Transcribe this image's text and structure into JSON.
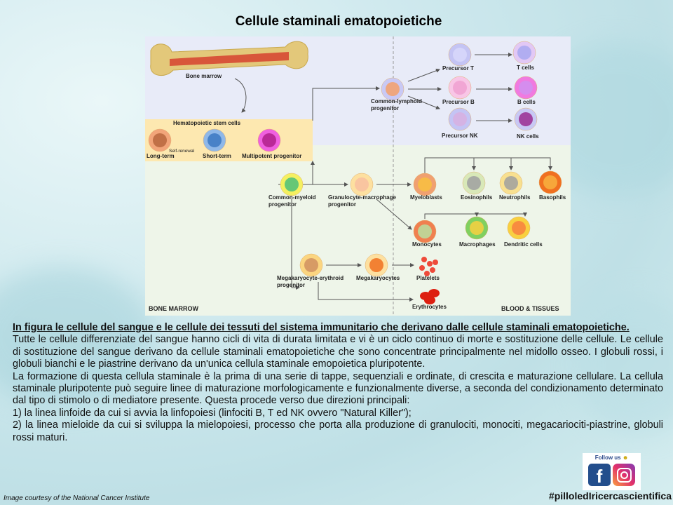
{
  "title": "Cellule staminali ematopoietiche",
  "diagram": {
    "bone_marrow": "Bone marrow",
    "hsc_title": "Hematopoietic stem cells",
    "long_term": "Long-term",
    "self_renewal": "Self-renewal",
    "short_term": "Short-term",
    "multipotent": "Multipotent progenitor",
    "clp": [
      "Common-lymphoid",
      "progenitor"
    ],
    "precursor_t": "Precursor T",
    "precursor_b": "Precursor B",
    "precursor_nk": "Precursor NK",
    "t_cells": "T cells",
    "b_cells": "B cells",
    "nk_cells": "NK cells",
    "cmp": [
      "Common-myeloid",
      "progenitor"
    ],
    "gmp": [
      "Granulocyte-macrophage",
      "progenitor"
    ],
    "myeloblasts": "Myeloblasts",
    "eosinophils": "Eosinophils",
    "neutrophils": "Neutrophils",
    "basophils": "Basophils",
    "monocytes": "Monocytes",
    "macrophages": "Macrophages",
    "dendritic": "Dendritic cells",
    "mep": [
      "Megakaryocyte-erythroid",
      "progenitor"
    ],
    "megakaryocytes": "Megakaryocytes",
    "platelets": "Platelets",
    "erythrocytes": "Erythrocytes",
    "region_left": "BONE MARROW",
    "region_right": "BLOOD & TISSUES"
  },
  "body": {
    "lead": "In figura le cellule del sangue e le cellule dei tessuti del sistema immunitario  che derivano dalle cellule staminali ematopoietiche.",
    "p1": "Tutte le cellule differenziate del sangue hanno cicli di vita di durata limitata e vi è un ciclo continuo di morte e sostituzione delle cellule. Le cellule di sostituzione del sangue derivano da cellule staminali ematopoietiche che sono concentrate principalmente nel midollo osseo. I globuli rossi, i globuli bianchi e le piastrine derivano da un'unica cellula staminale emopoietica pluripotente.",
    "p2": "La formazione di questa cellula staminale è la prima di una serie di tappe, sequenziali e ordinate, di crescita e maturazione cellulare. La cellula staminale pluripotente può seguire linee di maturazione morfologicamente e funzionalmente diverse, a seconda del condizionamento determinato dal tipo di stimolo o di mediatore presente. Questa procede verso due direzioni principali:",
    "p3": "1) la linea linfoide da cui si avvia la linfopoiesi (linfociti B, T ed NK ovvero \"Natural Killer\");",
    "p4": "2) la linea mieloide da cui si sviluppa la mielopoiesi, processo che porta alla produzione di granulociti, monociti, megacariociti-piastrine, globuli rossi maturi."
  },
  "credit": "Image courtesy of the National Cancer Institute",
  "social": {
    "follow": "Follow us",
    "icons": [
      "smiley-icon",
      "facebook-icon",
      "instagram-icon"
    ]
  },
  "hashtag": "#pilloledIricercascientifica"
}
